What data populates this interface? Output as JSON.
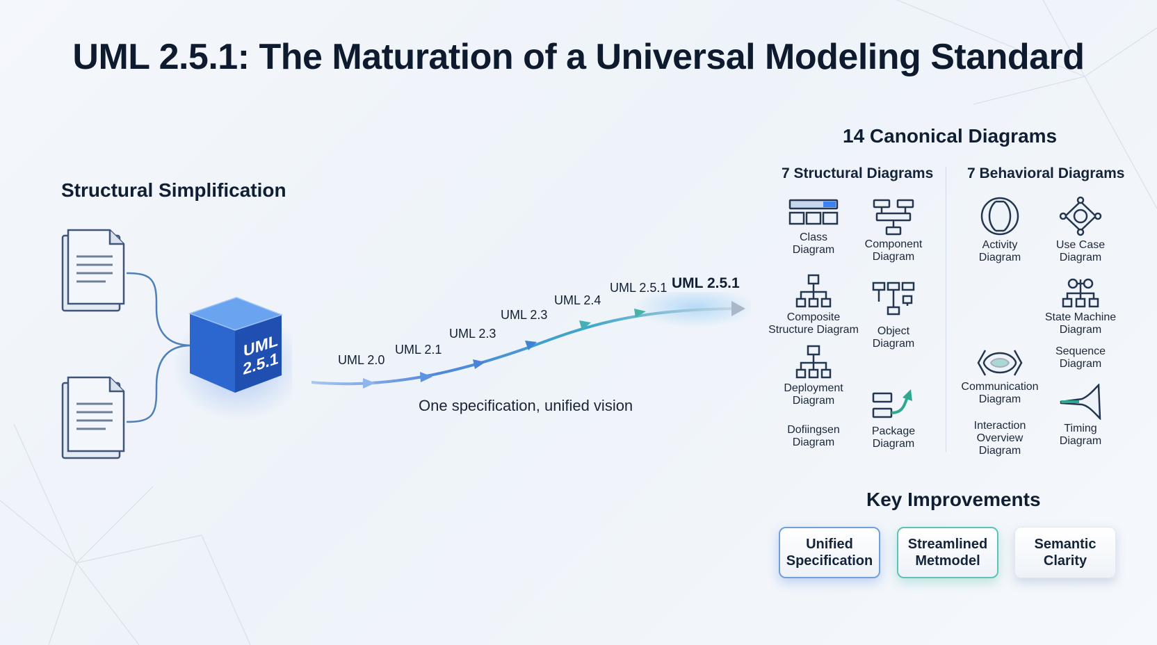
{
  "title": "UML 2.5.1: The Maturation of a Universal Modeling Standard",
  "simplification": {
    "heading": "Structural Simplification",
    "cube_line1": "UML",
    "cube_line2": "2.5.1"
  },
  "timeline": {
    "versions": [
      "UML 2.0",
      "UML 2.1",
      "UML 2.3",
      "UML 2.3",
      "UML 2.4",
      "UML 2.5.1"
    ],
    "final": "UML 2.5.1",
    "caption": "One specification, unified vision"
  },
  "canonical": {
    "heading": "14 Canonical Diagrams",
    "structural_heading": "7 Structural Diagrams",
    "behavioral_heading": "7 Behavioral Diagrams",
    "structural": [
      {
        "icon": "class-diagram-icon",
        "label": "Class\nDiagram"
      },
      {
        "icon": "component-diagram-icon",
        "label": "Component\nDiagram"
      },
      {
        "icon": "composite-structure-diagram-icon",
        "label": "Composite\nStructure Diagram"
      },
      {
        "icon": "object-diagram-icon",
        "label": "Object\nDiagram"
      },
      {
        "icon": "deployment-diagram-icon",
        "label": "Deployment\nDiagram"
      },
      {
        "icon": "package-diagram-icon",
        "label": "Package\nDiagram"
      },
      {
        "label": "Dofiingsen\nDiagram"
      }
    ],
    "behavioral": [
      {
        "icon": "activity-diagram-icon",
        "label": "Activity\nDiagram"
      },
      {
        "icon": "use-case-diagram-icon",
        "label": "Use Case\nDiagram"
      },
      {
        "icon": "state-machine-diagram-icon",
        "label": "State Machine\nDiagram"
      },
      {
        "label": "Sequence\nDiagram"
      },
      {
        "icon": "communication-diagram-icon",
        "label": "Communication\nDiagram"
      },
      {
        "label": "Interaction\nOverview\nDiagram"
      },
      {
        "icon": "timing-diagram-icon",
        "label": "Timing\nDiagram"
      }
    ]
  },
  "improvements": {
    "heading": "Key Improvements",
    "items": [
      "Unified\nSpecification",
      "Streamlined\nMetmodel",
      "Semantic\nClarity"
    ]
  },
  "colors": {
    "cube": "#2f6fd6",
    "connector": "#4d7fb8",
    "accent_blue": "#6f9fdc",
    "accent_teal": "#5cc3b6",
    "icon_stroke": "#24364f"
  }
}
